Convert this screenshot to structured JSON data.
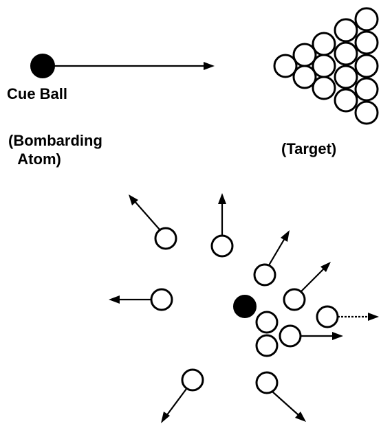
{
  "labels": {
    "cue_ball": "Cue Ball",
    "bombarding_atom_line1": "(Bombarding",
    "bombarding_atom_line2": " Atom)",
    "target": "(Target)"
  },
  "colors": {
    "ink": "#000000",
    "background": "#ffffff"
  }
}
